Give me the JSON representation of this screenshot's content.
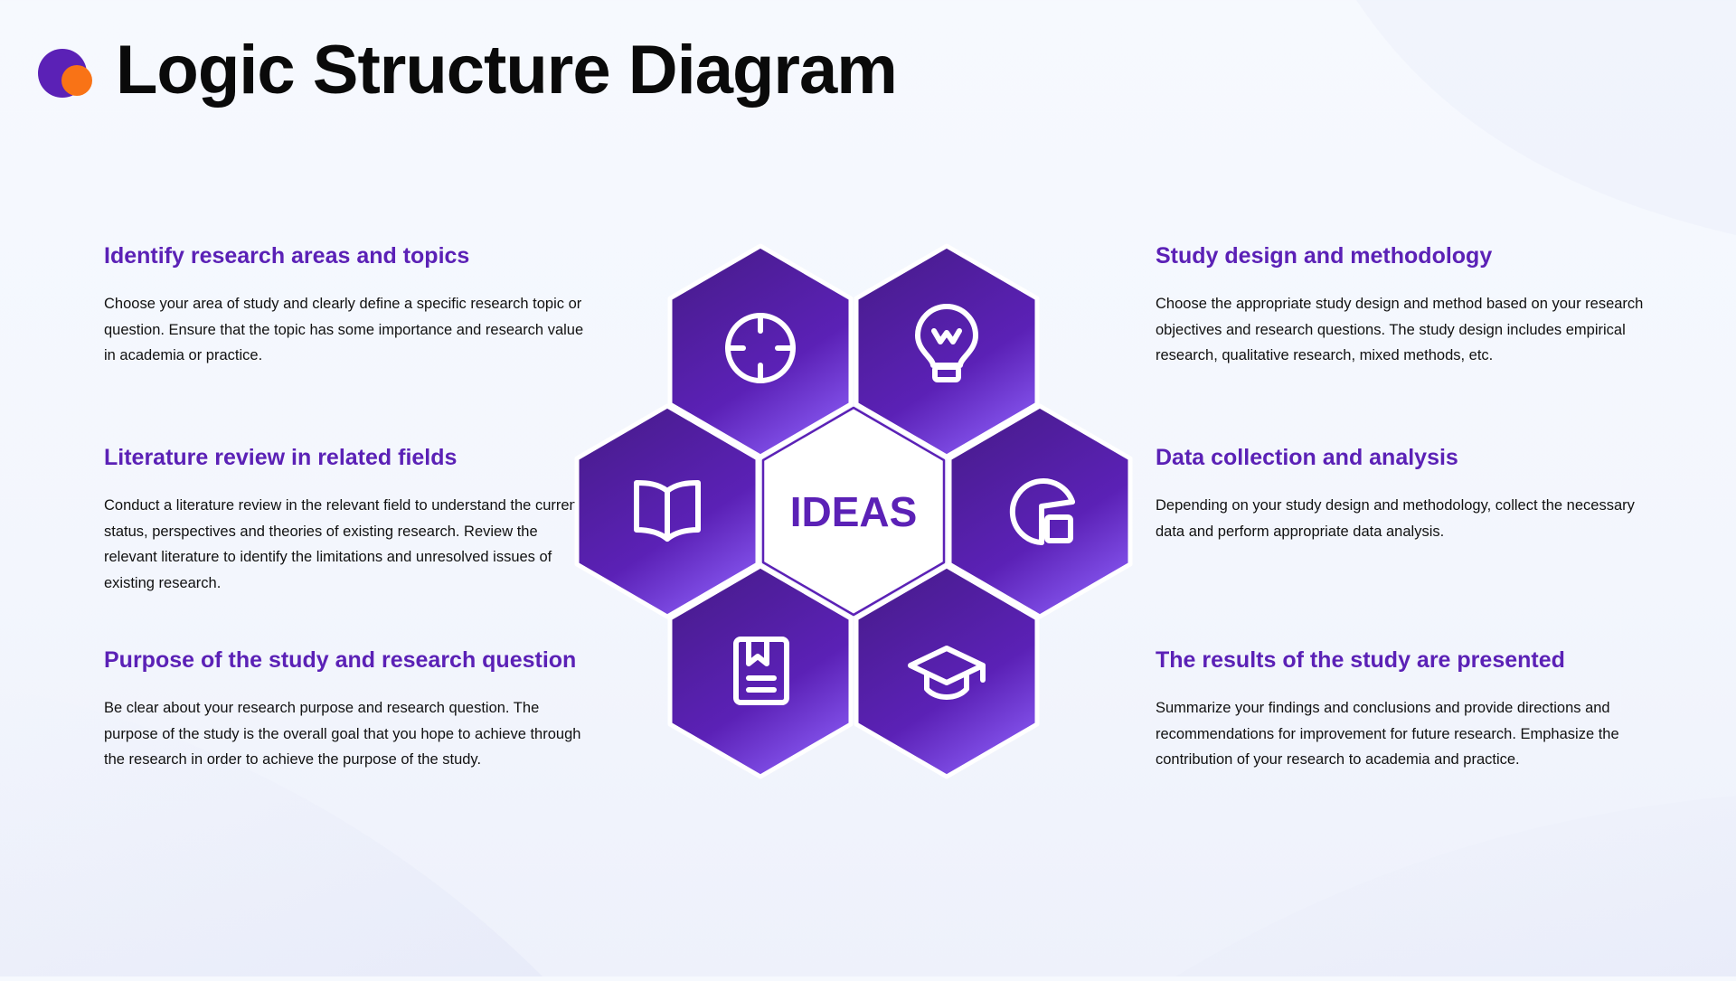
{
  "header": {
    "title": "Logic Structure Diagram"
  },
  "center": {
    "label": "IDEAS"
  },
  "colors": {
    "primary": "#5b21b6",
    "hex_light": "#8b5cf6",
    "accent": "#f97316",
    "text": "#111111"
  },
  "sections": {
    "identify": {
      "title": "Identify research areas and topics",
      "body": "Choose your area of study and clearly define a specific research topic or question. Ensure that the topic has some importance and research value in academia or practice."
    },
    "literature": {
      "title": "Literature review in related fields",
      "body": "Conduct a literature review in the relevant field to understand the current status, perspectives and theories of existing research. Review the relevant literature to identify the limitations and unresolved issues of existing research."
    },
    "purpose": {
      "title": "Purpose of the study and research question",
      "body": "Be clear about your research purpose and research question. The purpose of the study is the overall goal that you hope to achieve through the research in order to achieve the purpose of the study."
    },
    "design": {
      "title": "Study design and methodology",
      "body": "Choose the appropriate study design and method based on your research objectives and research questions. The study design includes empirical research, qualitative research, mixed methods, etc."
    },
    "data": {
      "title": "Data collection and analysis",
      "body": "Depending on your study design and methodology, collect the necessary data and perform appropriate data analysis."
    },
    "results": {
      "title": "The results of the study are presented",
      "body": "Summarize your findings and conclusions and provide directions and recommendations for improvement for future research. Emphasize the contribution of your research to academia and practice."
    }
  },
  "icons": {
    "top_left": "crosshair-icon",
    "top_right": "lightbulb-icon",
    "middle_left": "book-icon",
    "middle_right": "chart-pie-icon",
    "bottom_left": "bookmark-document-icon",
    "bottom_right": "graduation-cap-icon"
  }
}
